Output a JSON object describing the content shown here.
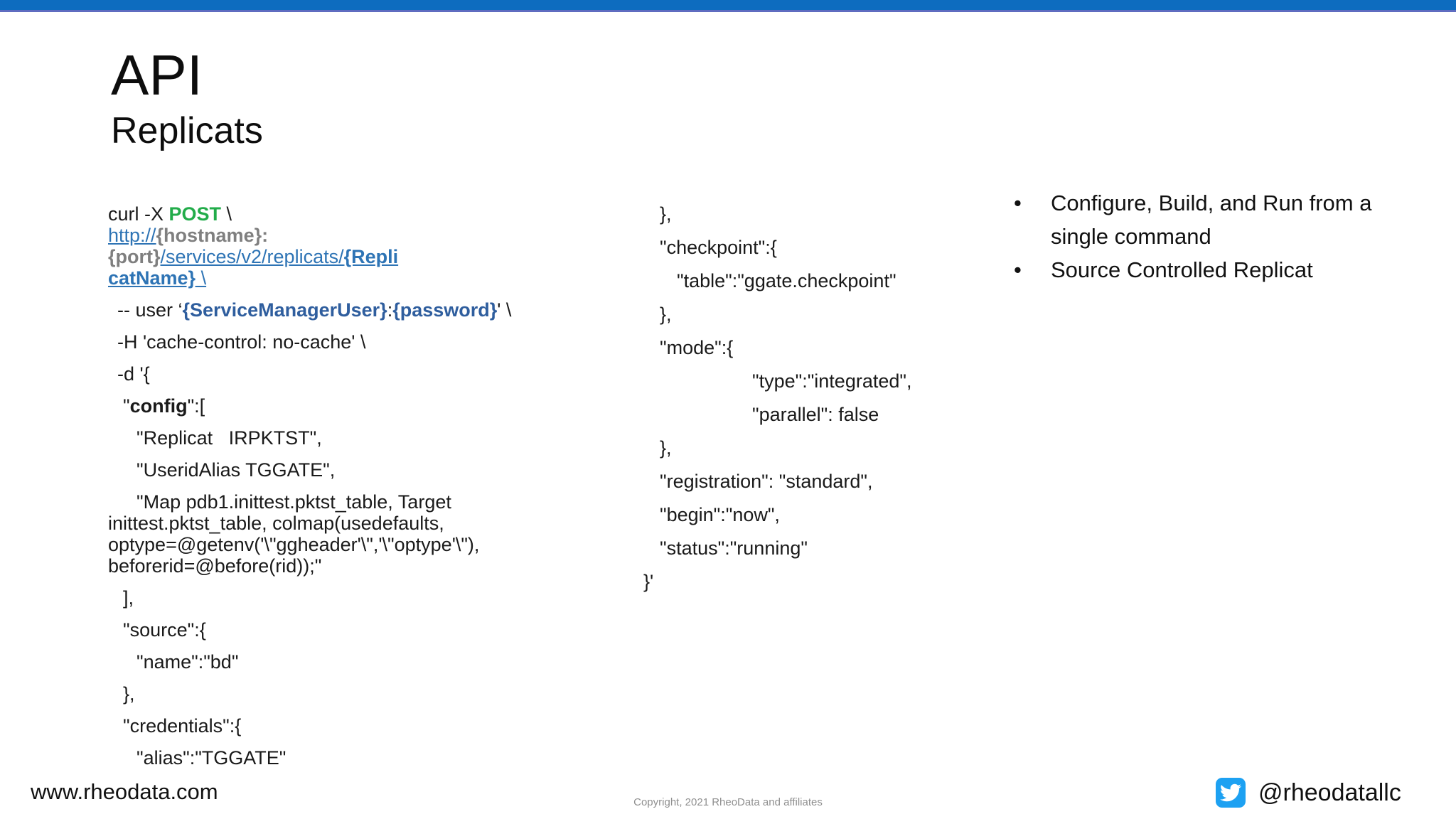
{
  "slide": {
    "title": "API",
    "subtitle": "Replicats"
  },
  "colors": {
    "top_bar_blue": "#0d6cbf",
    "top_bar_edge": "#5f6cc0",
    "post_green": "#22ac4a",
    "link_blue": "#2e74b5",
    "param_navy": "#2f5e9e",
    "param_gray": "#7f7f7f",
    "twitter_blue": "#1da1f2",
    "copyright_gray": "#8f8f8f"
  },
  "code": {
    "left_column": [
      {
        "lines": [
          {
            "ind": 0,
            "seg": [
              {
                "t": "curl -X ",
                "s": "p"
              },
              {
                "t": "POST",
                "s": "g"
              },
              {
                "t": " \\",
                "s": "p"
              }
            ]
          },
          {
            "ind": 0,
            "seg": [
              {
                "t": "http://",
                "s": "l"
              },
              {
                "t": "{hostname}:{port}",
                "s": "gb"
              },
              {
                "t": "/services/v2/replicats/",
                "s": "l"
              },
              {
                "t": "{Repli",
                "s": "lb"
              }
            ]
          },
          {
            "ind": 0,
            "seg": [
              {
                "t": "catName}",
                "s": "lb"
              },
              {
                "t": " \\",
                "s": "l"
              }
            ]
          }
        ]
      },
      {
        "lines": [
          {
            "ind": 1,
            "seg": [
              {
                "t": "-- user ‘",
                "s": "p"
              },
              {
                "t": "{ServiceManagerUser}",
                "s": "nb"
              },
              {
                "t": ":",
                "s": "p"
              },
              {
                "t": "{password}",
                "s": "nb"
              },
              {
                "t": "' \\",
                "s": "p"
              }
            ]
          }
        ]
      },
      {
        "lines": [
          {
            "ind": 1,
            "seg": [
              {
                "t": "-H 'cache-control: no-cache' \\",
                "s": "p"
              }
            ]
          }
        ]
      },
      {
        "lines": [
          {
            "ind": 1,
            "seg": [
              {
                "t": "-d '{",
                "s": "p"
              }
            ]
          }
        ]
      },
      {
        "lines": [
          {
            "ind": 2,
            "seg": [
              {
                "t": "\"",
                "s": "p"
              },
              {
                "t": "config",
                "s": "b"
              },
              {
                "t": "\":[",
                "s": "p"
              }
            ]
          }
        ]
      },
      {
        "lines": [
          {
            "ind": 3,
            "seg": [
              {
                "t": "\"Replicat   IRPKTST\",",
                "s": "p"
              }
            ]
          }
        ]
      },
      {
        "lines": [
          {
            "ind": 3,
            "seg": [
              {
                "t": "\"UseridAlias TGGATE\",",
                "s": "p"
              }
            ]
          }
        ]
      },
      {
        "lines": [
          {
            "ind": 3,
            "seg": [
              {
                "t": "\"Map pdb1.inittest.pktst_table, Target",
                "s": "p"
              }
            ]
          },
          {
            "ind": 0,
            "seg": [
              {
                "t": "inittest.pktst_table, colmap(usedefaults,",
                "s": "p"
              }
            ]
          },
          {
            "ind": 0,
            "seg": [
              {
                "t": "optype=@getenv('\\\"ggheader'\\\",'\\\"optype'\\\"),",
                "s": "p"
              }
            ]
          },
          {
            "ind": 0,
            "seg": [
              {
                "t": "beforerid=@before(rid));\"",
                "s": "p"
              }
            ]
          }
        ]
      },
      {
        "lines": [
          {
            "ind": 2,
            "seg": [
              {
                "t": "],",
                "s": "p"
              }
            ]
          }
        ]
      },
      {
        "lines": [
          {
            "ind": 2,
            "seg": [
              {
                "t": "\"source\":{",
                "s": "p"
              }
            ]
          }
        ]
      },
      {
        "lines": [
          {
            "ind": 3,
            "seg": [
              {
                "t": "\"name\":\"bd\"",
                "s": "p"
              }
            ]
          }
        ]
      },
      {
        "lines": [
          {
            "ind": 2,
            "seg": [
              {
                "t": "},",
                "s": "p"
              }
            ]
          }
        ]
      },
      {
        "lines": [
          {
            "ind": 2,
            "seg": [
              {
                "t": "\"credentials\":{",
                "s": "p"
              }
            ]
          }
        ]
      },
      {
        "lines": [
          {
            "ind": 3,
            "seg": [
              {
                "t": "\"alias\":\"TGGATE\"",
                "s": "p"
              }
            ]
          }
        ]
      }
    ],
    "middle_column": [
      {
        "lines": [
          {
            "ind": 1,
            "seg": [
              {
                "t": "},",
                "s": "p"
              }
            ]
          }
        ]
      },
      {
        "lines": [
          {
            "ind": 1,
            "seg": [
              {
                "t": "\"checkpoint\":{",
                "s": "p"
              }
            ]
          }
        ]
      },
      {
        "lines": [
          {
            "ind": 2,
            "seg": [
              {
                "t": "\"table\":\"ggate.checkpoint\"",
                "s": "p"
              }
            ]
          }
        ]
      },
      {
        "lines": [
          {
            "ind": 1,
            "seg": [
              {
                "t": "},",
                "s": "p"
              }
            ]
          }
        ]
      },
      {
        "lines": [
          {
            "ind": 1,
            "seg": [
              {
                "t": "\"mode\":{",
                "s": "p"
              }
            ]
          }
        ]
      },
      {
        "lines": [
          {
            "ind": 3,
            "seg": [
              {
                "t": "\"type\":\"integrated\",",
                "s": "p"
              }
            ]
          }
        ]
      },
      {
        "lines": [
          {
            "ind": 3,
            "seg": [
              {
                "t": "\"parallel\": false",
                "s": "p"
              }
            ]
          }
        ]
      },
      {
        "lines": [
          {
            "ind": 1,
            "seg": [
              {
                "t": "},",
                "s": "p"
              }
            ]
          }
        ]
      },
      {
        "lines": [
          {
            "ind": 1,
            "seg": [
              {
                "t": "\"registration\": \"standard\",",
                "s": "p"
              }
            ]
          }
        ]
      },
      {
        "lines": [
          {
            "ind": 1,
            "seg": [
              {
                "t": "\"begin\":\"now\",",
                "s": "p"
              }
            ]
          }
        ]
      },
      {
        "lines": [
          {
            "ind": 1,
            "seg": [
              {
                "t": "\"status\":\"running\"",
                "s": "p"
              }
            ]
          }
        ]
      },
      {
        "lines": [
          {
            "ind": 0,
            "seg": [
              {
                "t": "}'",
                "s": "p"
              }
            ]
          }
        ]
      }
    ]
  },
  "bullets": {
    "items": [
      "Configure, Build, and Run from a single command",
      "Source Controlled Replicat"
    ],
    "marker": "•"
  },
  "footer": {
    "website": "www.rheodata.com",
    "copyright": "Copyright, 2021 RheoData and affiliates",
    "twitter_handle": "@rheodatallc",
    "twitter_icon": "twitter-bird-icon"
  }
}
